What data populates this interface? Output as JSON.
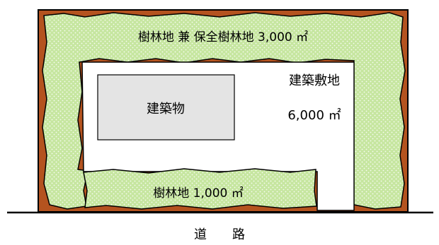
{
  "labels": {
    "outer_green": "樹林地 兼 保全樹林地 3,000 ㎡",
    "site_title": "建築敷地",
    "site_area": "6,000 ㎡",
    "building": "建築物",
    "lower_green": "樹林地 1,000 ㎡",
    "road": "道路"
  },
  "colors": {
    "soil": "#b4531f",
    "green": "#c6e6a0",
    "building_fill": "#e4e4e4",
    "line": "#000000"
  }
}
